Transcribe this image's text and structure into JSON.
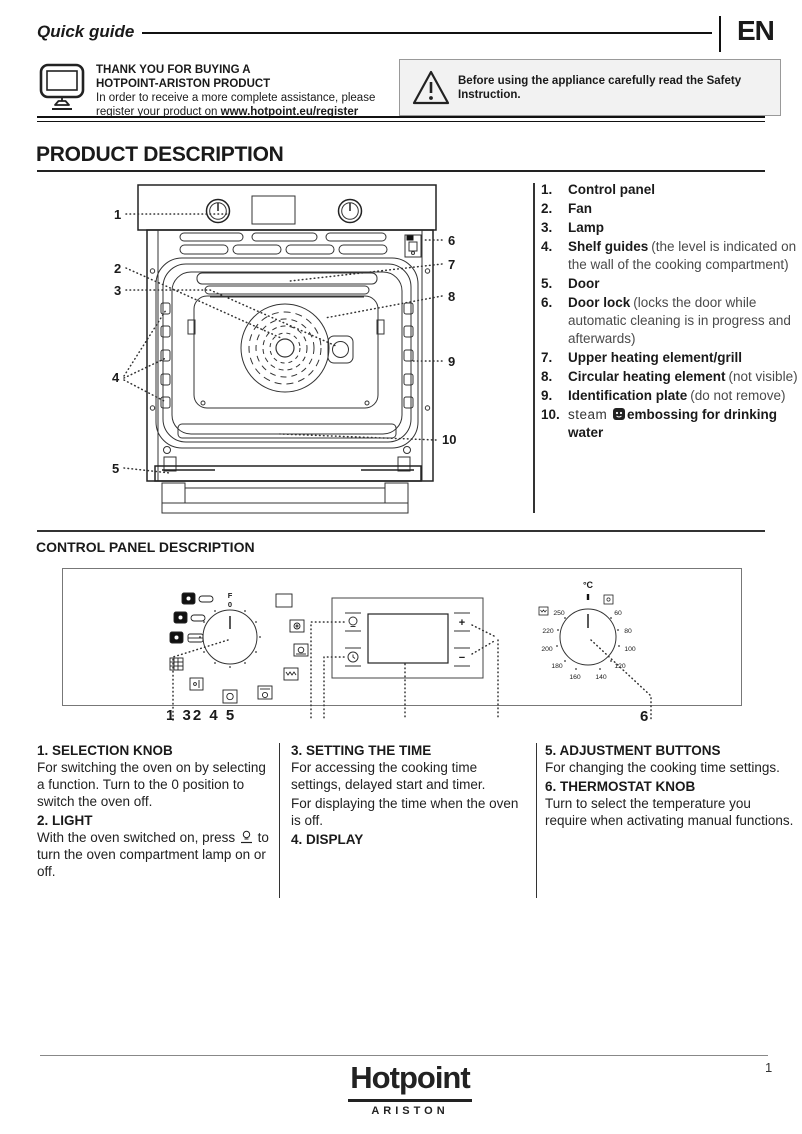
{
  "header": {
    "doc_title": "Quick guide",
    "language": "EN"
  },
  "register": {
    "line1": "THANK YOU FOR BUYING A",
    "line2": "HOTPOINT-ARISTON PRODUCT",
    "line3": "In order to receive a more complete assistance, please",
    "line4_prefix": "register your product on ",
    "line4_url": "www.hotpoint.eu/register"
  },
  "safety": {
    "line1": "Before using the appliance carefully read the Safety",
    "line2": "Instruction."
  },
  "product": {
    "title": "PRODUCT DESCRIPTION",
    "callouts": {
      "c1": "1",
      "c2": "2",
      "c3": "3",
      "c4": "4",
      "c5": "5",
      "c6": "6",
      "c7": "7",
      "c8": "8",
      "c9": "9",
      "c10": "10"
    },
    "items": [
      {
        "num": "1.",
        "name": "Control panel",
        "desc": ""
      },
      {
        "num": "2.",
        "name": "Fan",
        "desc": ""
      },
      {
        "num": "3.",
        "name": "Lamp",
        "desc": ""
      },
      {
        "num": "4.",
        "name": "Shelf guides",
        "desc": "(the level is indicated on the wall of the cooking compartment)"
      },
      {
        "num": "5.",
        "name": "Door",
        "desc": ""
      },
      {
        "num": "6.",
        "name": "Door lock",
        "desc": "(locks the door while automatic cleaning is in progress and afterwards)"
      },
      {
        "num": "7.",
        "name": "Upper heating element/grill",
        "desc": ""
      },
      {
        "num": "8.",
        "name": "Circular heating element",
        "desc": "(not visible)"
      },
      {
        "num": "9.",
        "name": "Identification plate",
        "desc": "(do not remove)"
      },
      {
        "num": "10.",
        "logo": "steam",
        "name": "embossing for drinking water",
        "desc": ""
      }
    ]
  },
  "panel": {
    "title": "CONTROL PANEL DESCRIPTION",
    "selection_knob": {
      "f": "F",
      "zero": "0"
    },
    "buttons": {
      "plus": "+",
      "minus": "−"
    },
    "thermostat": {
      "unit": "°C",
      "t250": "250",
      "t220": "220",
      "t200": "200",
      "t180": "180",
      "t160": "160",
      "t140": "140",
      "t120": "120",
      "t100": "100",
      "t80": "80",
      "t60": "60"
    },
    "label_group": "1 32 4 5",
    "label_thermostat": "6"
  },
  "legend": {
    "col1": {
      "h1": "1. SELECTION KNOB",
      "p1": "For switching the oven on by selecting a function. Turn to the  0  position to switch the oven off.",
      "h2": "2. LIGHT",
      "p2a": "With the oven switched on, press",
      "p2b": "to turn the oven compartment lamp on or off."
    },
    "col2": {
      "h1": "3. SETTING THE TIME",
      "p1": "For accessing the cooking time settings, delayed start and timer.",
      "p2": "For displaying the time when the oven is off.",
      "h2": "4. DISPLAY"
    },
    "col3": {
      "h1": "5. ADJUSTMENT BUTTONS",
      "p1": "For changing the cooking time settings.",
      "h2": "6. THERMOSTAT KNOB",
      "p2": "Turn to select the temperature you require when activating manual functions."
    }
  },
  "footer": {
    "brand": "Hotpoint",
    "sub_brand": "ARISTON",
    "page": "1"
  }
}
